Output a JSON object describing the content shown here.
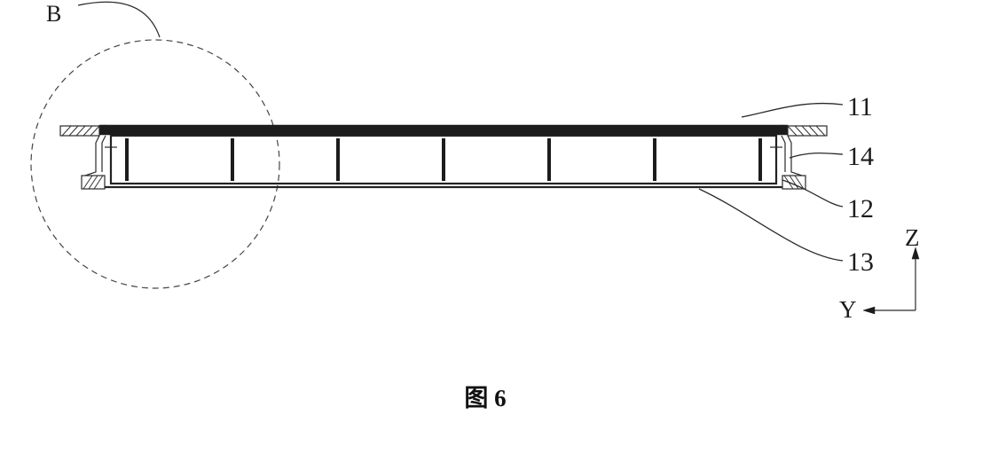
{
  "figure": {
    "caption": "图 6",
    "detail_label": "B",
    "callouts": [
      {
        "label": "11"
      },
      {
        "label": "14"
      },
      {
        "label": "12"
      },
      {
        "label": "13"
      }
    ],
    "axes": {
      "vertical_label": "Z",
      "horizontal_label": "Y"
    },
    "colors": {
      "line": "#2a2a2a",
      "fill_dark": "#1c1c1c",
      "background": "#ffffff"
    }
  }
}
